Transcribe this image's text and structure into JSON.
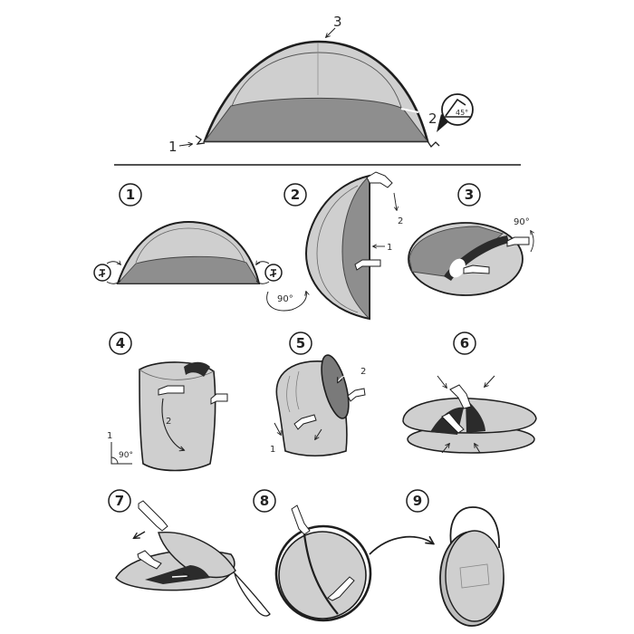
{
  "colors": {
    "ink": "#1e1e1e",
    "fabric_light": "#cfcfcf",
    "fabric_mid": "#bdbdbd",
    "floor_dark": "#8e8e8e",
    "panel_dark": "#7a7a7a",
    "black_fabric": "#2b2b2b",
    "hand": "#ffffff",
    "divider": "#3a3a3a"
  },
  "overview": {
    "callouts": [
      {
        "id": "1",
        "label": "1"
      },
      {
        "id": "2",
        "label": "2"
      },
      {
        "id": "3",
        "label": "3"
      }
    ],
    "angle_badge": "45°"
  },
  "steps": [
    {
      "number": "1",
      "annotations": [
        "90°"
      ]
    },
    {
      "number": "2",
      "annotations": [
        "1",
        "2"
      ]
    },
    {
      "number": "3",
      "annotations": [
        "90°"
      ]
    },
    {
      "number": "4",
      "annotations": [
        "1",
        "2",
        "90°"
      ]
    },
    {
      "number": "5",
      "annotations": [
        "1",
        "2"
      ]
    },
    {
      "number": "6",
      "annotations": []
    },
    {
      "number": "7",
      "annotations": []
    },
    {
      "number": "8",
      "annotations": []
    },
    {
      "number": "9",
      "annotations": []
    }
  ]
}
